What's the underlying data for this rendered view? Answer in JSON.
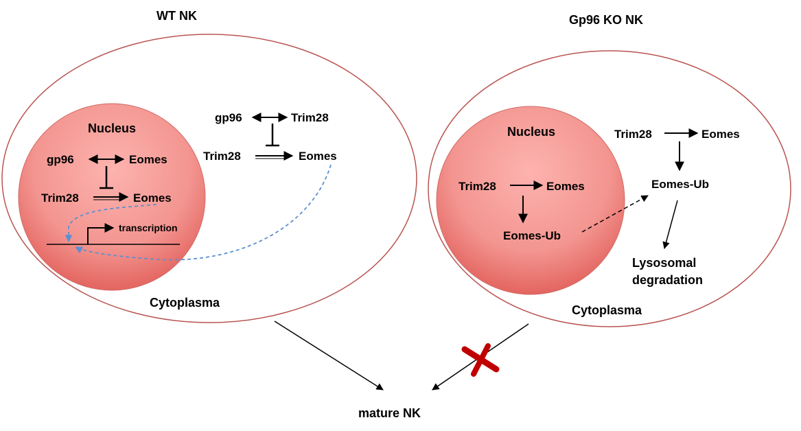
{
  "titles": {
    "wt": "WT NK",
    "ko": "Gp96 KO NK",
    "mature": "mature NK"
  },
  "wt": {
    "nucleus": "Nucleus",
    "cytoplasm_label": "Cytoplasma",
    "nuc_gp96": "gp96",
    "nuc_eomes_top": "Eomes",
    "nuc_trim28": "Trim28",
    "nuc_eomes": "Eomes",
    "transcription": "transcription",
    "cyto_gp96": "gp96",
    "cyto_trim28_top": "Trim28",
    "cyto_trim28": "Trim28",
    "cyto_eomes": "Eomes"
  },
  "ko": {
    "nucleus": "Nucleus",
    "cytoplasm_label": "Cytoplasma",
    "nuc_trim28": "Trim28",
    "nuc_eomes": "Eomes",
    "nuc_eomes_ub": "Eomes-Ub",
    "cyto_trim28": "Trim28",
    "cyto_eomes": "Eomes",
    "cyto_eomes_ub": "Eomes-Ub",
    "lysosomal_1": "Lysosomal",
    "lysosomal_2": "degradation"
  },
  "colors": {
    "cell_outline": "#b85450",
    "nucleus_top": "#fca7a3",
    "nucleus_bottom": "#e05a55",
    "dashed_blue": "#5b8fd0",
    "block_x": "#c00000",
    "arrow": "#000000"
  }
}
